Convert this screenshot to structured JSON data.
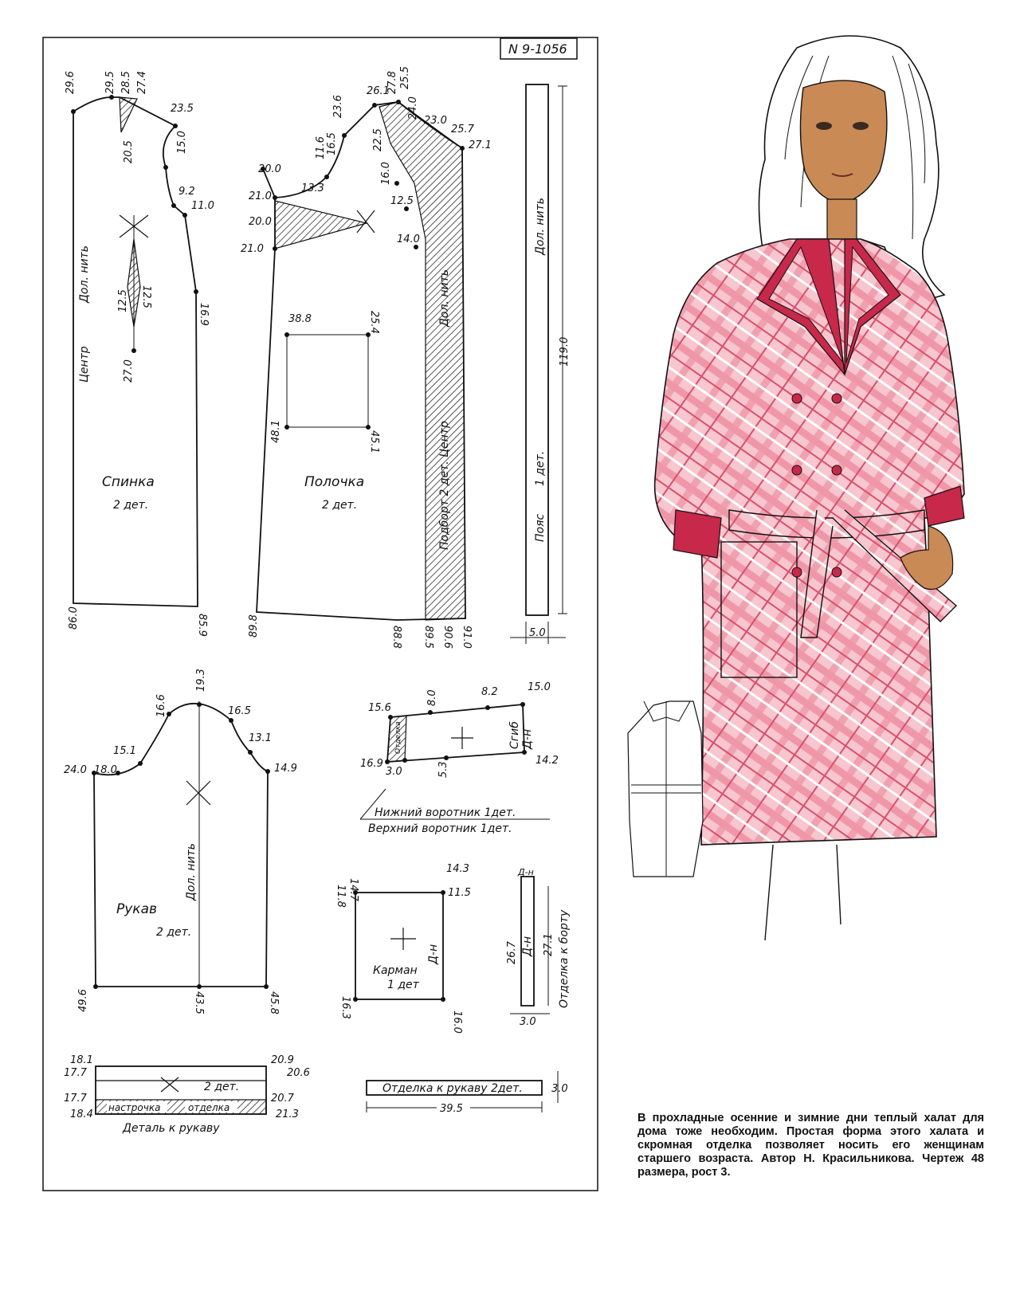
{
  "pattern_number": "N 9-1056",
  "back": {
    "name": "Спинка",
    "count": "2 дет.",
    "grain": "Дол. нить",
    "center": "Центр",
    "measures": [
      "29.6",
      "29.5",
      "28.5",
      "27.4",
      "23.5",
      "20.5",
      "15.0",
      "9.2",
      "11.0",
      "16.9",
      "12.5",
      "12.5",
      "27.0",
      "86.0",
      "85.9"
    ]
  },
  "front": {
    "name": "Полочка",
    "count": "2 дет.",
    "facing": "Подборт 2 дет. Центр",
    "grain": "Дол. нить",
    "measures": [
      "26.1",
      "27.8",
      "25.5",
      "23.6",
      "16.5",
      "11.6",
      "24.0",
      "23.0",
      "25.7",
      "27.1",
      "22.5",
      "16.0",
      "12.5",
      "14.0",
      "20.0",
      "13.3",
      "21.0",
      "20.0",
      "21.0",
      "38.8",
      "25.4",
      "48.1",
      "45.1",
      "89.8",
      "88.8",
      "89.5",
      "90.6",
      "91.0"
    ]
  },
  "belt": {
    "name": "Пояс",
    "count": "1 дет.",
    "grain": "Дол. нить",
    "length": "119.0",
    "width": "5.0"
  },
  "sleeve": {
    "name": "Рукав",
    "count": "2 дет.",
    "grain": "Дол. нить",
    "measures": [
      "19.3",
      "16.6",
      "16.5",
      "15.1",
      "13.1",
      "24.0",
      "18.0",
      "14.9",
      "49.6",
      "43.5",
      "45.8"
    ]
  },
  "collar": {
    "lower": "Нижний воротник 1дет.",
    "upper": "Верхний воротник 1дет.",
    "fold": "Сгиб",
    "grain": "Д-н",
    "trim": "Отделка",
    "measures": [
      "15.6",
      "8.0",
      "8.2",
      "15.0",
      "16.9",
      "3.0",
      "5.3",
      "14.2"
    ]
  },
  "pocket": {
    "name": "Карман",
    "count": "1 дет",
    "grain": "Д-н",
    "measures": [
      "14.7",
      "11.8",
      "14.3",
      "11.5",
      "16.3",
      "16.0"
    ]
  },
  "side_trim": {
    "name": "Отделка к борту",
    "grain": "Д-н",
    "measures": [
      "26.7",
      "27.1",
      "3.0"
    ]
  },
  "cuff_detail": {
    "name": "Деталь к рукаву",
    "count": "2 дет.",
    "stitch": "настрочка",
    "trim": "отделка",
    "measures": [
      "18.1",
      "17.7",
      "20.9",
      "20.6",
      "17.7",
      "18.4",
      "20.7",
      "21.3"
    ]
  },
  "sleeve_trim": {
    "name": "Отделка к рукаву 2дет.",
    "width": "3.0",
    "length": "39.5"
  },
  "caption": "В прохладные осенние и зимние дни теплый халат для дома тоже необходим. Простая форма этого халата и скромная отделка позволяет носить его женщинам старшего возраста. Автор Н. Красильникова. Чертеж 48 размера, рост 3.",
  "colors": {
    "pink": "#f2a7b4",
    "plaid": "#e0607a",
    "trim": "#c8284a",
    "skin": "#c98a55",
    "line": "#111111"
  }
}
